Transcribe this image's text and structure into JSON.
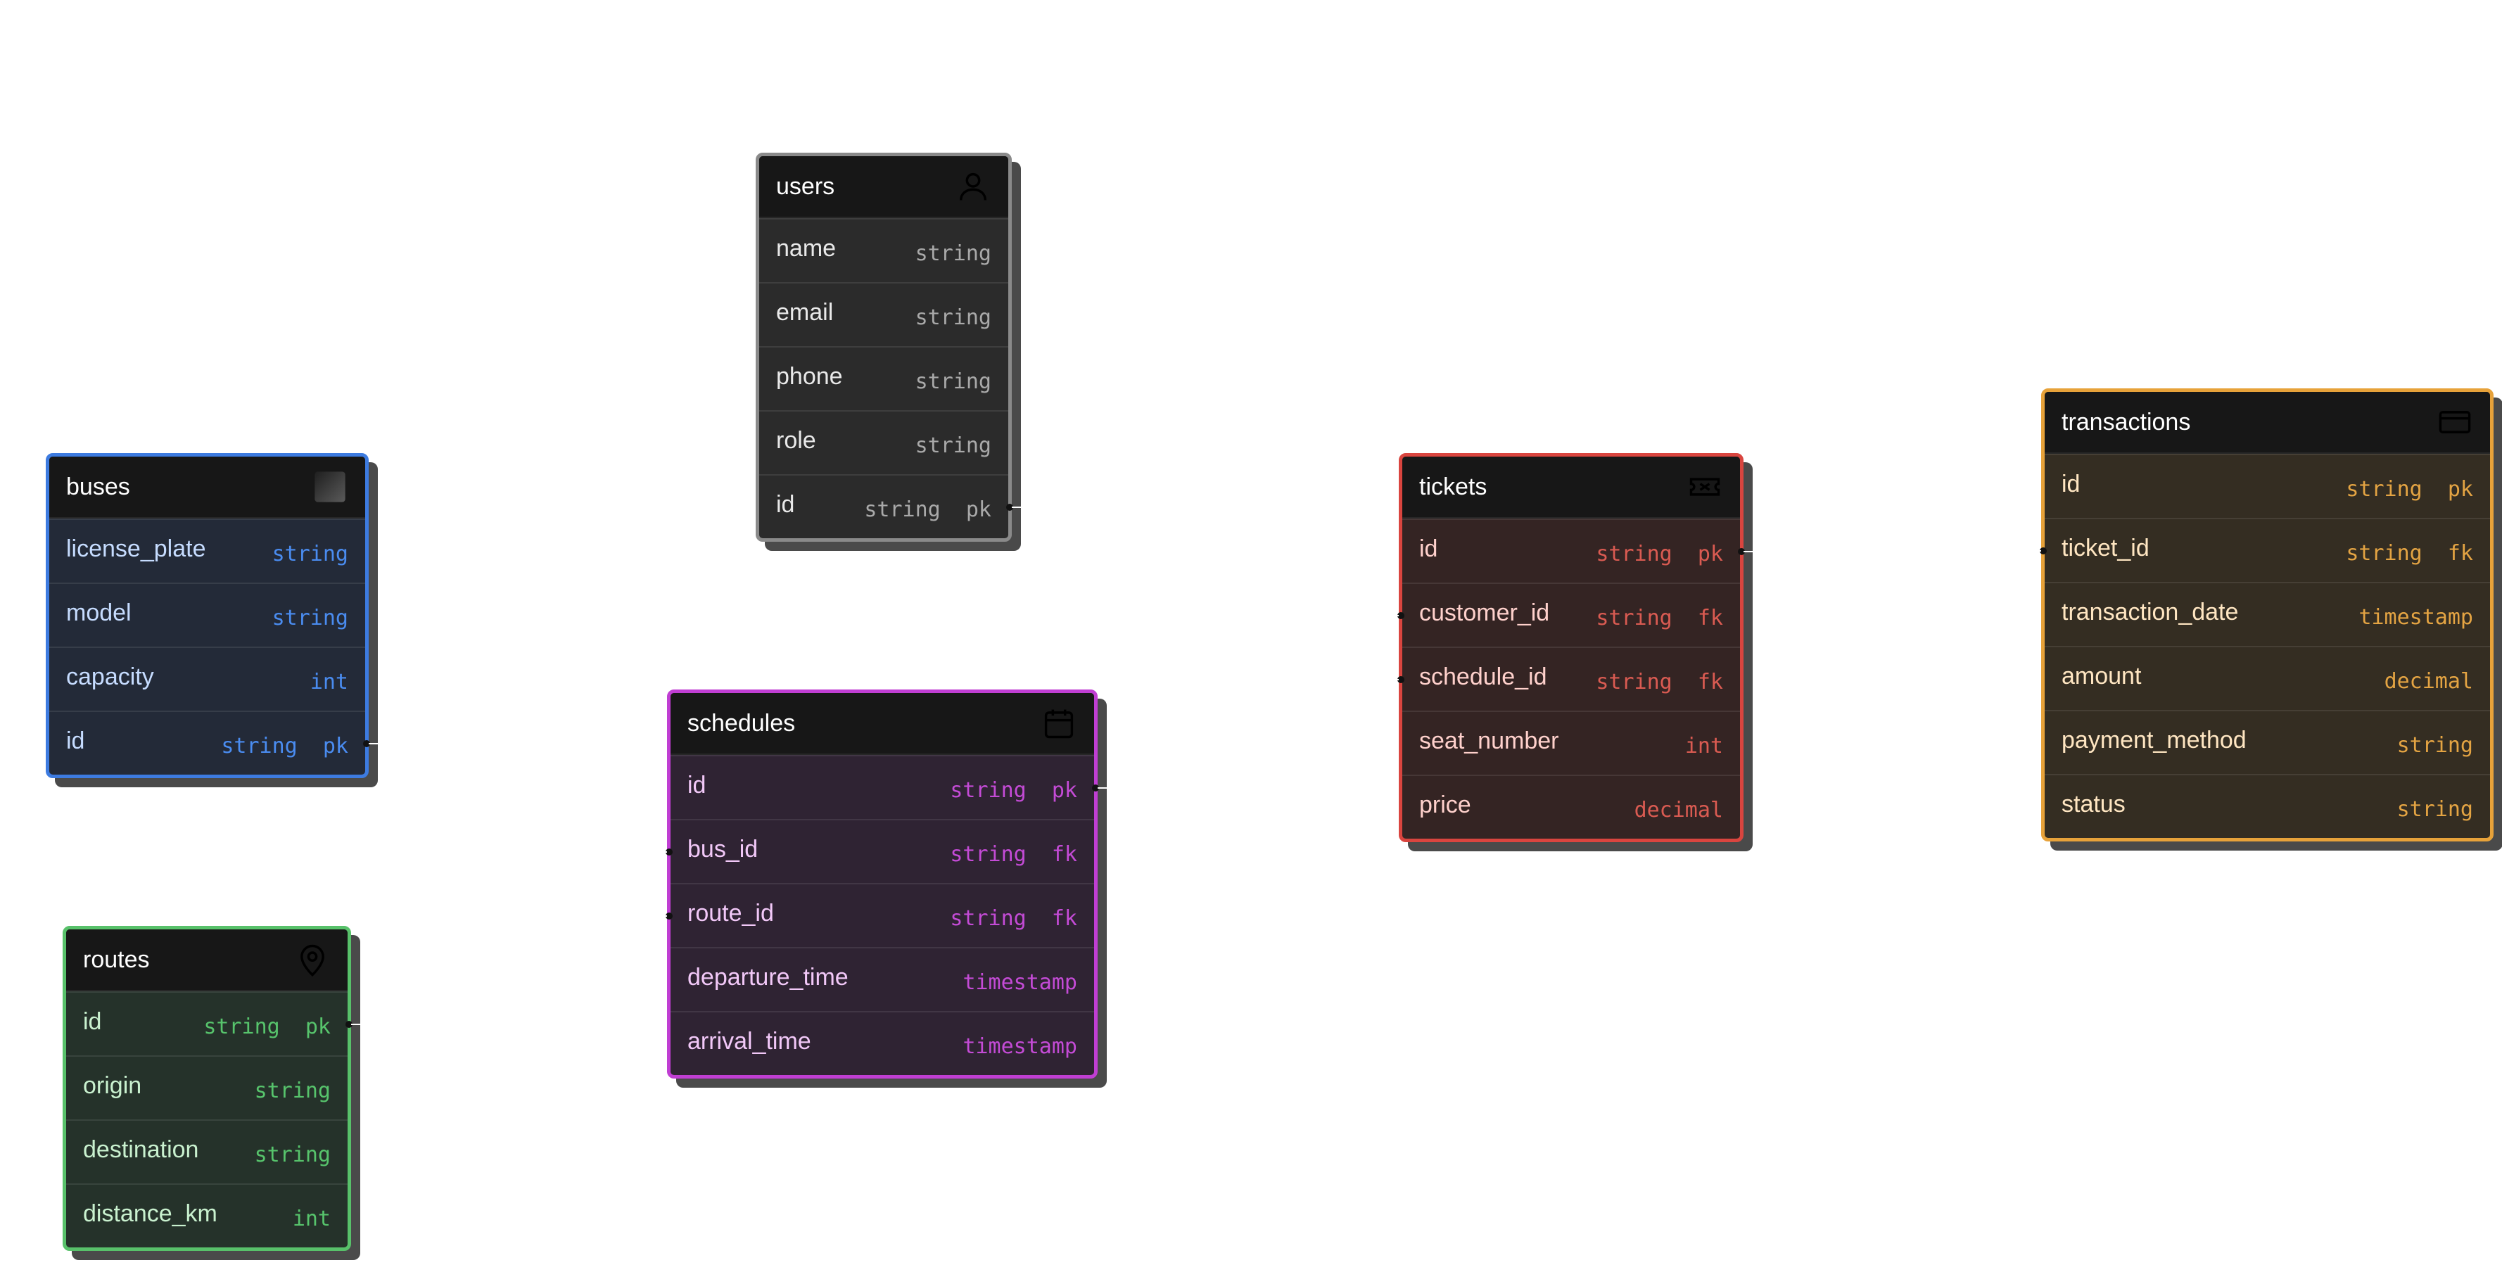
{
  "diagram": {
    "tables": [
      {
        "key": "users",
        "name": "users",
        "icon": "user-icon",
        "accent": "#8a8a8a",
        "columns": [
          {
            "name": "name",
            "type": "string"
          },
          {
            "name": "email",
            "type": "string"
          },
          {
            "name": "phone",
            "type": "string"
          },
          {
            "name": "role",
            "type": "string"
          },
          {
            "name": "id",
            "type": "string  pk"
          }
        ]
      },
      {
        "key": "buses",
        "name": "buses",
        "icon": "bus-icon",
        "accent": "#3d7be0",
        "columns": [
          {
            "name": "license_plate",
            "type": "string"
          },
          {
            "name": "model",
            "type": "string"
          },
          {
            "name": "capacity",
            "type": "int"
          },
          {
            "name": "id",
            "type": "string  pk"
          }
        ]
      },
      {
        "key": "routes",
        "name": "routes",
        "icon": "map-pin-icon",
        "accent": "#58c16a",
        "columns": [
          {
            "name": "id",
            "type": "string  pk"
          },
          {
            "name": "origin",
            "type": "string"
          },
          {
            "name": "destination",
            "type": "string"
          },
          {
            "name": "distance_km",
            "type": "int"
          }
        ]
      },
      {
        "key": "schedules",
        "name": "schedules",
        "icon": "calendar-icon",
        "accent": "#c03ed3",
        "columns": [
          {
            "name": "id",
            "type": "string  pk"
          },
          {
            "name": "bus_id",
            "type": "string  fk"
          },
          {
            "name": "route_id",
            "type": "string  fk"
          },
          {
            "name": "departure_time",
            "type": "timestamp"
          },
          {
            "name": "arrival_time",
            "type": "timestamp"
          }
        ]
      },
      {
        "key": "tickets",
        "name": "tickets",
        "icon": "ticket-icon",
        "accent": "#d9453f",
        "columns": [
          {
            "name": "id",
            "type": "string  pk"
          },
          {
            "name": "customer_id",
            "type": "string  fk"
          },
          {
            "name": "schedule_id",
            "type": "string  fk"
          },
          {
            "name": "seat_number",
            "type": "int"
          },
          {
            "name": "price",
            "type": "decimal"
          }
        ]
      },
      {
        "key": "transactions",
        "name": "transactions",
        "icon": "credit-card-icon",
        "accent": "#e7a23a",
        "columns": [
          {
            "name": "id",
            "type": "string  pk"
          },
          {
            "name": "ticket_id",
            "type": "string  fk"
          },
          {
            "name": "transaction_date",
            "type": "timestamp"
          },
          {
            "name": "amount",
            "type": "decimal"
          },
          {
            "name": "payment_method",
            "type": "string"
          },
          {
            "name": "status",
            "type": "string"
          }
        ]
      }
    ]
  }
}
